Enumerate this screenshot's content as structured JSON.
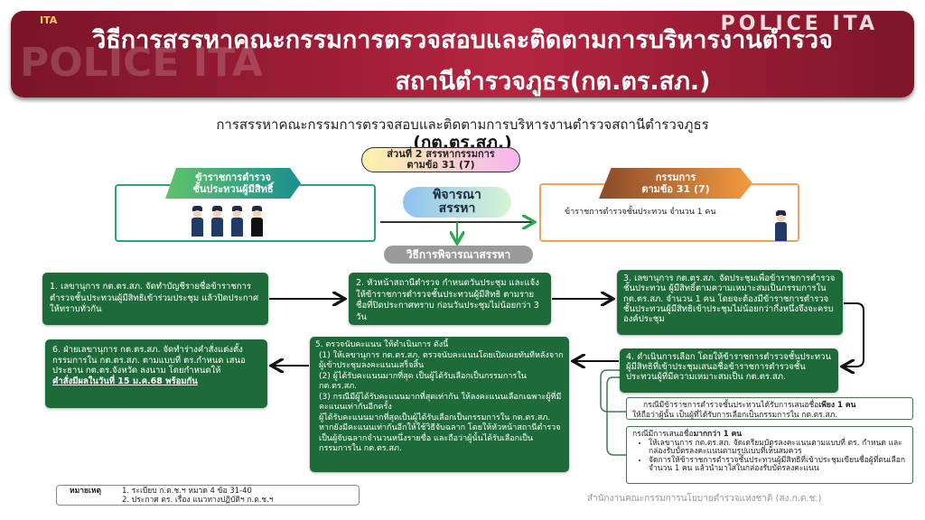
{
  "banner": {
    "logo": "ITA",
    "brand": "POLICE ITA",
    "watermark": "POLICE ITA",
    "title_line1": "วิธีการสรรหาคณะกรรมการตรวจสอบและติดตามการบริหารงานตำรวจ",
    "title_line2": "สถานีตำรวจภูธร(กต.ตร.สภ.)"
  },
  "heading": {
    "line1": "การสรรหาคณะกรรมการตรวจสอบและติดตามการบริหารงานตำรวจสถานีตำรวจภูธร",
    "line2": "(กต.ตร.สภ.)"
  },
  "section_pill": {
    "line1": "ส่วนที่ 2 สรรหากรรมการ",
    "line2": "ตามข้อ 31 (7)"
  },
  "left_panel": {
    "ribbon_line1": "ข้าราชการตำรวจ",
    "ribbon_line2": "ชั้นประทวนผู้มีสิทธิ์"
  },
  "center": {
    "line1": "พิจารณา",
    "line2": "สรรหา"
  },
  "right_panel": {
    "ribbon_line1": "กรรมการ",
    "ribbon_line2": "ตามข้อ 31 (7)",
    "text": "ข้าราชการตำรวจชั้นประทวน จำนวน 1 คน"
  },
  "method_label": "วิธีการพิจารณาสรรหา",
  "steps": {
    "s1": "1. เลขานุการ กต.ตร.สภ. จัดทำบัญชีรายชื่อข้าราชการตำรวจชั้นประทวนผู้มีสิทธิเข้าร่วมประชุม แล้วปิดประกาศให้ทราบทั่วกัน",
    "s2": "2. หัวหน้าสถานีตำรวจ กำหนดวันประชุม และแจ้งให้ข้าราชการตำรวจชั้นประทวนผู้มีสิทธิ ตามรายชื่อที่ปิดประกาศทราบ ก่อนวันประชุมไม่น้อยกว่า 3 วัน",
    "s3": "3. เลขานุการ กต.ตร.สภ. จัดประชุมเพื่อข้าราชการตำรวจชั้นประทวน ผู้มีสิทธิ์ตามความเหมาะสมเป็นกรรมการใน กต.ตร.สภ. จำนวน 1 คน โดยจะต้องมีข้าราชการตำรวจชั้นประทวนผู้มีสิทธิเข้าประชุมไม่น้อยกว่ากึ่งหนึ่งจึงจะครบองค์ประชุม",
    "s4": "4. ดำเนินการเลือก โดยให้ข้าราชการตำรวจชั้นประทวนผู้มีสิทธิที่เข้าประชุมเสนอชื่อข้าราชการตำรวจชั้นประทวนผู้ที่มีความเหมาะสมเป็น กต.ตร.สภ.",
    "s5_title": "5. ตรวจนับคะแนน ให้ดำเนินการ ดังนี้",
    "s5_p1": "(1) ให้เลขานุการ กต.ตร.สภ. ตรวจนับคะแนนโดยเปิดเผยทันทีหลังจากผู้เข้าประชุมลงคะแนนเสร็จสิ้น",
    "s5_p2": "(2) ผู้ได้รับคะแนนมากที่สุด เป็นผู้ได้รับเลือกเป็นกรรมการใน กต.ตร.สภ.",
    "s5_p3": "(3) กรณีมีผู้ได้รับคะแนนมากที่สุดเท่ากัน ให้ลงคะแนนเลือกเฉพาะผู้ที่มีคะแนนเท่ากันอีกครั้ง",
    "s5_p4": "ผู้ได้รับคะแนนมากที่สุดเป็นผู้ได้รับเลือกเป็นกรรมการใน กต.ตร.สภ. หากยังมีคะแนนเท่ากันอีกให้ใช้วิธีจับฉลาก โดยให้หัวหน้าสถานีตำรวจเป็นผู้จับฉลากจำนวนหนึ่งรายชื่อ และถือว่าผู้นั้นได้รับเลือกเป็นกรรมการใน กต.ตร.สภ.",
    "s6": "6. ฝ่ายเลขานุการ กต.ตร.สภ. จัดทำร่างคำสั่งแต่งตั้งกรรมการใน กต.ตร.สภ. ตามแบบที่ ตร.กำหนด เสนอประธาน กต.ตร.จังหวัด ลงนาม โดยกำหนดให้",
    "s6_bold": "คำสั่งมีผลในวันที่ 15 ม.ค.68 พร้อมกัน"
  },
  "cases": {
    "c1_pre": "กรณีมีข้าราชการตำรวจชั้นประทวนได้รับการเสนอชื่อ",
    "c1_bold": "เพียง 1 คน",
    "c1_post": "ให้ถือว่าผู้นั้น เป็นผู้ที่ได้รับการเลือกเป็นกรรมการใน กต.ตร.สภ.",
    "c2_pre": "กรณีมีการเสนอชื่อ",
    "c2_bold": "มากกว่า 1 คน",
    "c2_items": [
      "ให้เลขานุการ กต.ตร.สภ. จัดเตรียมบัตรลงคะแนนตามแบบที่ ตร. กำหนด และกล่องรับบัตรลงคะแนนตามรูปแบบที่เห็นสมควร",
      "จัดการให้ข้าราชการตำรวจชั้นประทวนผู้มีสิทธิที่เข้าประชุมเขียนชื่อผู้ที่ตนเลือกจำนวน 1 คน แล้วนำมาใส่ในกล่องรับบัตรลงคะแนน"
    ]
  },
  "note": {
    "label": "หมายเหตุ",
    "items": [
      "1. ระเบียบ ก.ต.ช.ฯ หมวด 4 ข้อ 31-40",
      "2. ประกาศ ตร. เรื่อง แนวทางปฏิบัติฯ ก.ต.ช.ฯ"
    ]
  },
  "footer": "สำนักงานคณะกรรมการนโยบายตำรวจแห่งชาติ (สง.ก.ต.ช.)",
  "colors": {
    "banner": "#a31f38",
    "step": "#1e6b3a"
  }
}
